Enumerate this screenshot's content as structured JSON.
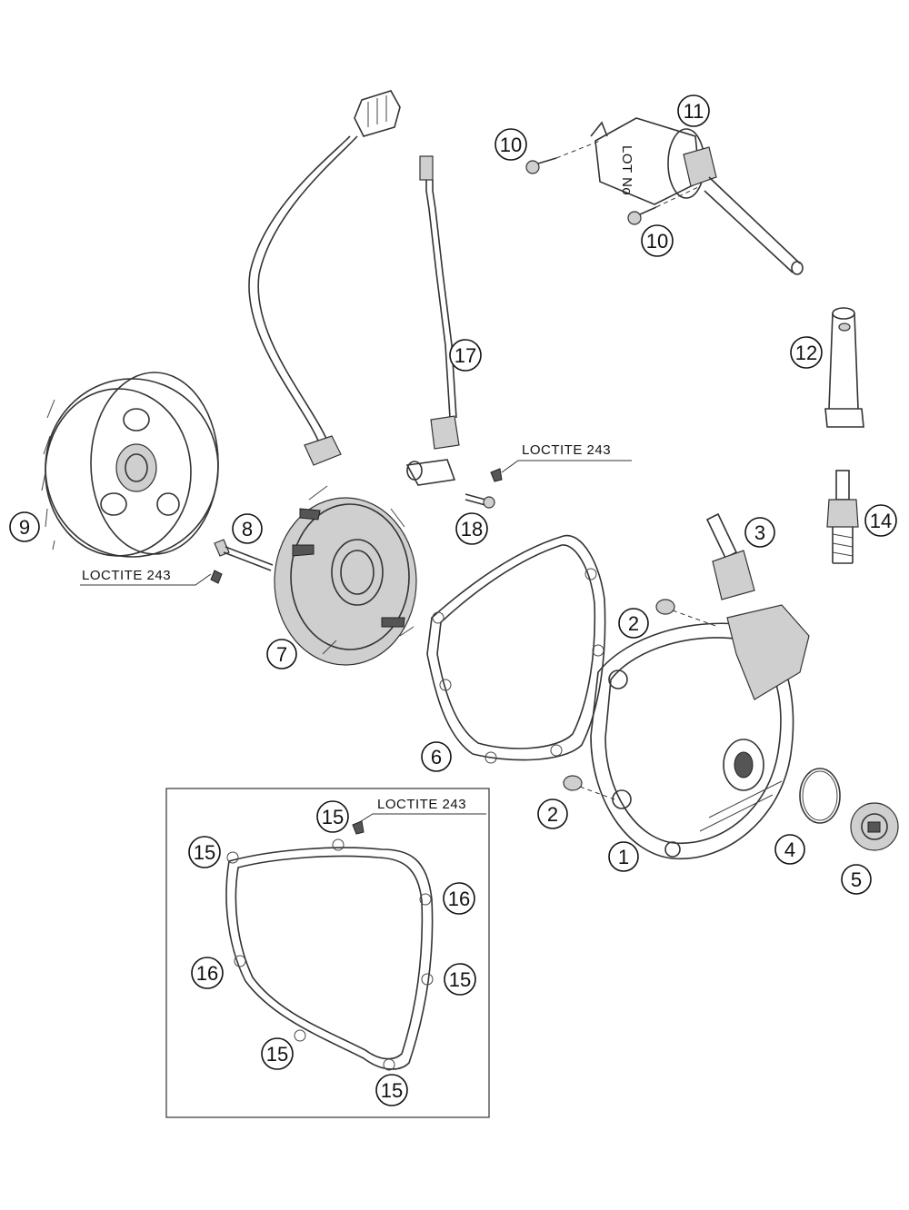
{
  "callouts": [
    {
      "id": "c1",
      "text": "1"
    },
    {
      "id": "c2a",
      "text": "2"
    },
    {
      "id": "c2b",
      "text": "2"
    },
    {
      "id": "c3",
      "text": "3"
    },
    {
      "id": "c4",
      "text": "4"
    },
    {
      "id": "c5",
      "text": "5"
    },
    {
      "id": "c6",
      "text": "6"
    },
    {
      "id": "c7",
      "text": "7"
    },
    {
      "id": "c8",
      "text": "8"
    },
    {
      "id": "c9",
      "text": "9"
    },
    {
      "id": "c10a",
      "text": "10"
    },
    {
      "id": "c10b",
      "text": "10"
    },
    {
      "id": "c11",
      "text": "11"
    },
    {
      "id": "c12",
      "text": "12"
    },
    {
      "id": "c14",
      "text": "14"
    },
    {
      "id": "c15a",
      "text": "15"
    },
    {
      "id": "c15b",
      "text": "15"
    },
    {
      "id": "c15c",
      "text": "15"
    },
    {
      "id": "c15d",
      "text": "15"
    },
    {
      "id": "c15e",
      "text": "15"
    },
    {
      "id": "c16a",
      "text": "16"
    },
    {
      "id": "c16b",
      "text": "16"
    },
    {
      "id": "c17",
      "text": "17"
    },
    {
      "id": "c18",
      "text": "18"
    }
  ],
  "loctite_labels": [
    "LOCTITE 243",
    "LOCTITE 243",
    "LOCTITE 243"
  ],
  "coil_text": "LOT No"
}
